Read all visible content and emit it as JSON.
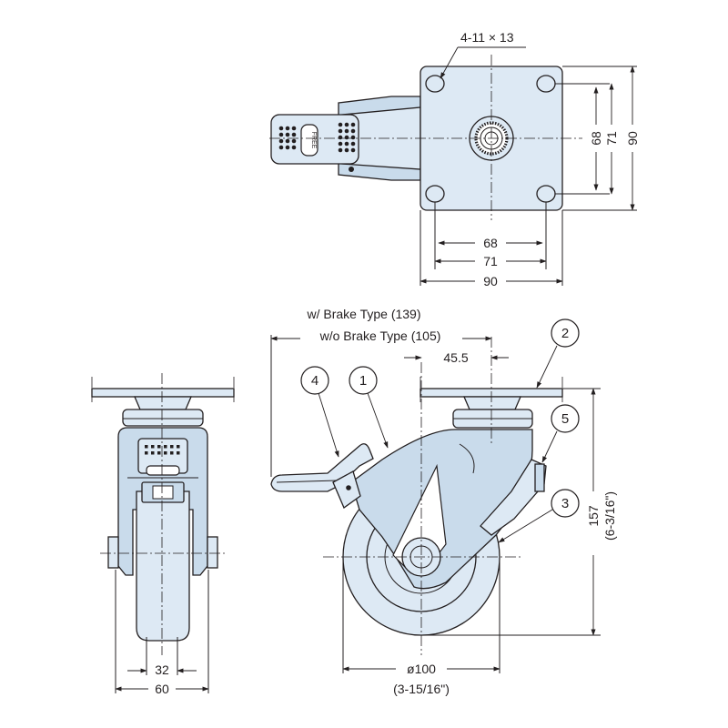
{
  "top_view": {
    "hole_spec": "4-11 × 13",
    "dim_68_h": "68",
    "dim_71_h": "71",
    "dim_90_h": "90",
    "dim_68_v": "68",
    "dim_71_v": "71",
    "dim_90_v": "90",
    "lock_label": "FREE"
  },
  "side_view": {
    "brake_type_label": "w/ Brake Type (139)",
    "no_brake_type_label": "w/o Brake Type (105)",
    "offset": "45.5",
    "height": "157",
    "height_inch": "(6-3/16\")",
    "wheel_dia": "ø100",
    "wheel_dia_inch": "(3-15/16\")",
    "callouts": [
      "4",
      "1",
      "2",
      "5",
      "3"
    ]
  },
  "front_view": {
    "inner_width": "32",
    "outer_width": "60"
  }
}
